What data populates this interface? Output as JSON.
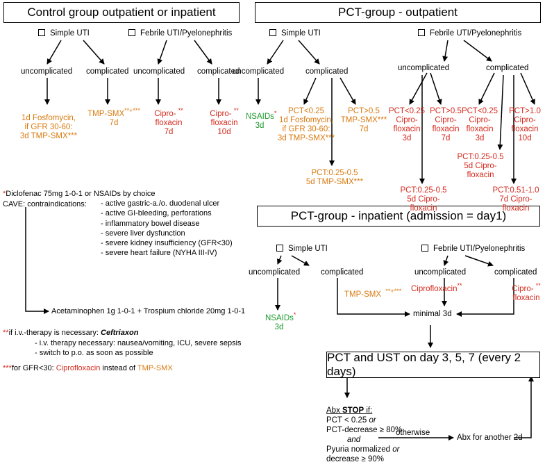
{
  "headers": {
    "control": "Control group outpatient or inpatient",
    "pct_out": "PCT-group - outpatient",
    "pct_in": "PCT-group - inpatient (admission = day1)",
    "pct_ust": "PCT and UST on day 3, 5, 7 (every 2 days)"
  },
  "control": {
    "simple_uti": "Simple UTI",
    "febrile_uti": "Febrile UTI/Pyelonephritis",
    "uncomplicated": "uncomplicated",
    "complicated": "complicated",
    "uncomplicated2": "uncomplicated",
    "complicated2": "complicated",
    "fosfo": [
      "1d Fosfomycin,",
      "if GFR 30-60:",
      "3d TMP-SMX"
    ],
    "fosfo_sup": "***",
    "tmp": [
      "TMP-SMX",
      "7d"
    ],
    "tmp_sup": "**+***",
    "cipro7": [
      "Cipro-",
      "floxacin",
      "7d"
    ],
    "cipro7_sup": "**",
    "cipro10": [
      "Cipro-",
      "floxacin",
      "10d"
    ],
    "cipro10_sup": "**"
  },
  "pct_out": {
    "simple_uti": "Simple UTI",
    "febrile_uti": "Febrile UTI/Pyelonephritis",
    "uncomplicated": "uncomplicated",
    "complicated": "complicated",
    "uncomplicated2": "uncomplicated",
    "complicated2": "complicated",
    "nsaids": [
      "NSAIDs",
      "3d"
    ],
    "nsaids_sup": "*",
    "pct_lt025": [
      "PCT<0.25",
      "1d Fosfomycin,",
      "if GFR 30-60:",
      "3d TMP-SMX***"
    ],
    "pct_gt05": [
      "PCT>0.5",
      "TMP-SMX***",
      "7d"
    ],
    "pct_mid": [
      "PCT:0.25-0.5",
      "5d TMP-SMX***"
    ],
    "f_lt025": [
      "PCT<0.25",
      "Cipro-",
      "floxacin",
      "3d"
    ],
    "f_gt05": [
      "PCT>0.5",
      "Cipro-",
      "floxacin",
      "7d"
    ],
    "f_mid": [
      "PCT:0.25-0.5",
      "5d Cipro-",
      "floxacin"
    ],
    "fc_lt025": [
      "PCT<0.25",
      "Cipro-",
      "floxacin",
      "3d"
    ],
    "fc_gt10": [
      "PCT>1.0",
      "Cipro-",
      "floxacin",
      "10d"
    ],
    "fc_mid1": [
      "PCT:0.25-0.5",
      "5d Cipro-",
      "floxacin"
    ],
    "fc_mid2": [
      "PCT:0.51-1.0",
      "7d Cipro-",
      "floxacin"
    ]
  },
  "pct_in": {
    "simple_uti": "Simple UTI",
    "febrile_uti": "Febrile UTI/Pyelonephritis",
    "uncomplicated": "uncomplicated",
    "complicated": "complicated",
    "uncomplicated2": "uncomplicated",
    "complicated2": "complicated",
    "nsaids": [
      "NSAIDs",
      "3d"
    ],
    "nsaids_sup": "*",
    "tmp": "TMP-SMX",
    "tmp_sup": "**+***",
    "cipro": "Ciprofloxacin",
    "cipro_sup": "**",
    "cipro2": [
      "Cipro-",
      "floxacin"
    ],
    "cipro2_sup": "**",
    "minimal": "minimal 3d"
  },
  "stop": {
    "title_pre": "Abx ",
    "title_bold": "STOP",
    "title_post": " if:",
    "l1": "PCT < 0.25 ",
    "l1_or": "or",
    "l2": "PCT-decrease ≥ 80%",
    "l3": "and",
    "l4a": "Pyuria normalized ",
    "l4_or": "or",
    "l5": "decrease ≥ 90%",
    "otherwise": "otherwise",
    "another": "Abx for another 2d"
  },
  "notes": {
    "star1": "*",
    "diclo": "Diclofenac 75mg 1-0-1 or NSAIDs by choice",
    "cave": "CAVE: contraindications:",
    "contra": [
      "- active gastric-a./o. duodenal ulcer",
      "- active GI-bleeding, perforations",
      "- inflammatory bowel disease",
      "- severe liver dysfunction",
      "- severe kidney insufficiency (GFR<30)",
      "- severe heart failure (NYHA III-IV)"
    ],
    "aceta": "Acetaminophen 1g 1-0-1 + Trospium chloride 20mg 1-0-1",
    "star2": "**",
    "iv_pre": "if i.v.-therapy is necessary: ",
    "iv_bold": "Ceftriaxon",
    "iv1": "- i.v. therapy necessary: nausea/vomiting, ICU, severe sepsis",
    "iv2": "- switch to p.o. as soon as possible",
    "star3": "***",
    "gfr_pre": "for GFR<30: ",
    "gfr_cipro": "Ciprofloxacin",
    "gfr_mid": " instead of ",
    "gfr_tmp": "TMP-SMX"
  }
}
